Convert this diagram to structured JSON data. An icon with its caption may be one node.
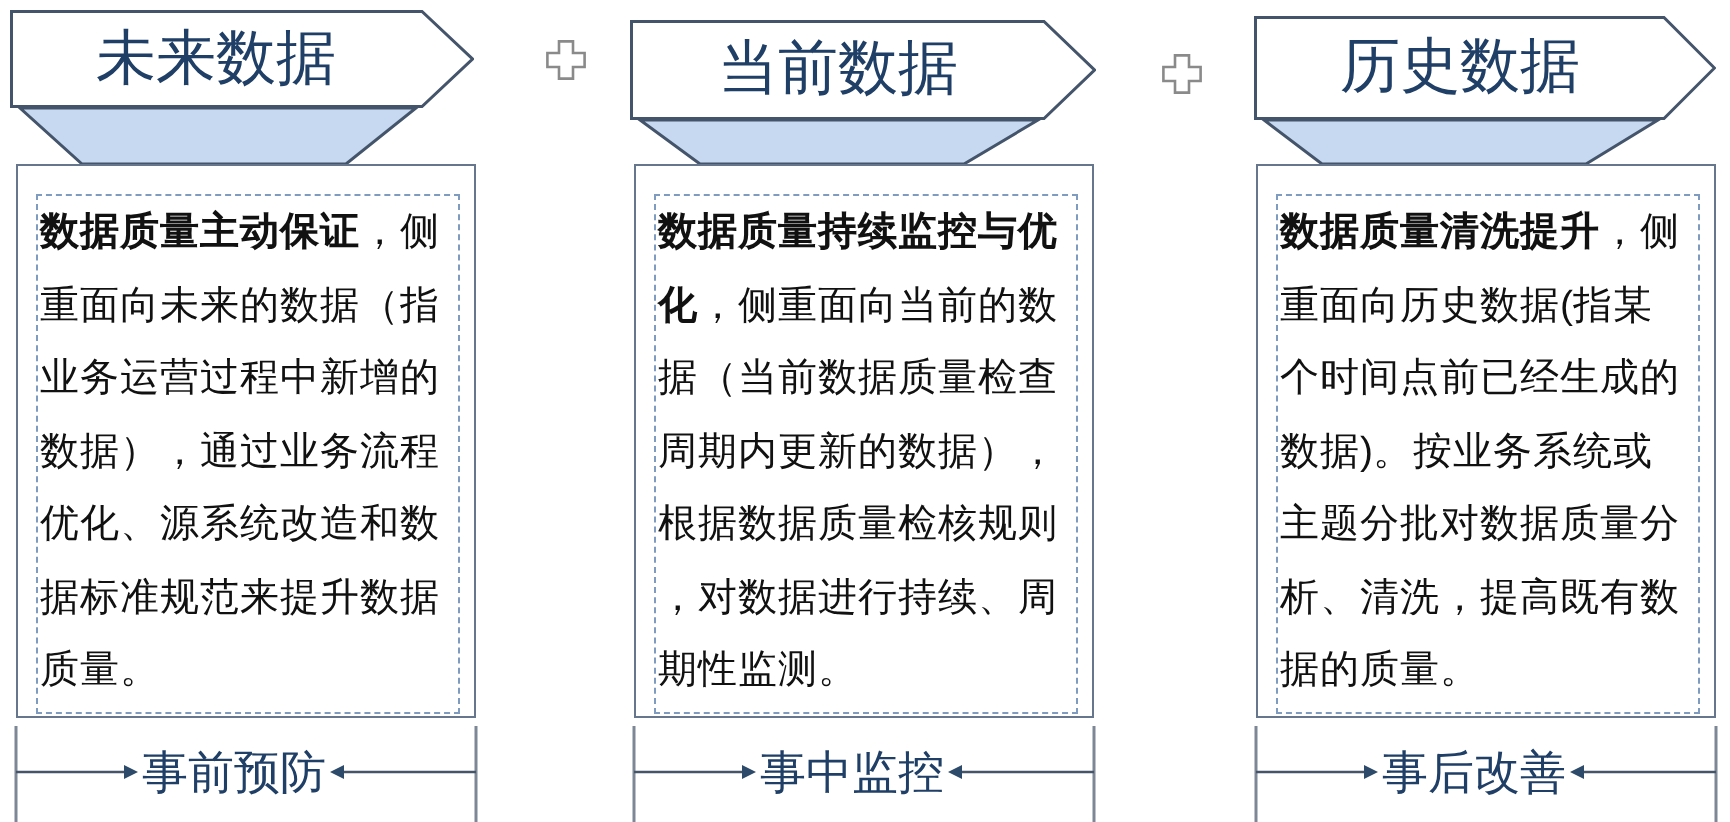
{
  "diagram": {
    "nodes": [
      {
        "text": [
          "未来数据"
        ]
      },
      {
        "text": [
          "**数据质量主动保证**，侧重面向未来的数据（指业务运营过程中新增的数据），通过业务流程优化、源系统改造和数据标准规范来提升数据质量。"
        ],
        "beside": [
          "事前预防"
        ]
      },
      {
        "text": [
          "当前数据"
        ]
      },
      {
        "text": [
          "**数据质量持续监控与优化**，侧重面向当前的数据（当前数据质量检查周期内更新的数据），根据数据质量检核规则，对数据进行持续、周期性监测。"
        ],
        "beside": [
          "事中监控"
        ]
      },
      {
        "text": [
          "历史数据"
        ]
      },
      {
        "text": [
          "**数据质量清洗提升**，侧重面向历史数据(指某个时间点前已经生成的数据)。按业务系统或主题分批对数据质量分析、清洗，提高既有数据的质量。"
        ],
        "beside": [
          "事后改善"
        ]
      }
    ],
    "edges": [
      {
        "from": 0,
        "to": 1,
        "arrow": "none"
      },
      {
        "from": 2,
        "to": 3,
        "arrow": "none"
      },
      {
        "from": 4,
        "to": 5,
        "arrow": "none"
      }
    ]
  }
}
